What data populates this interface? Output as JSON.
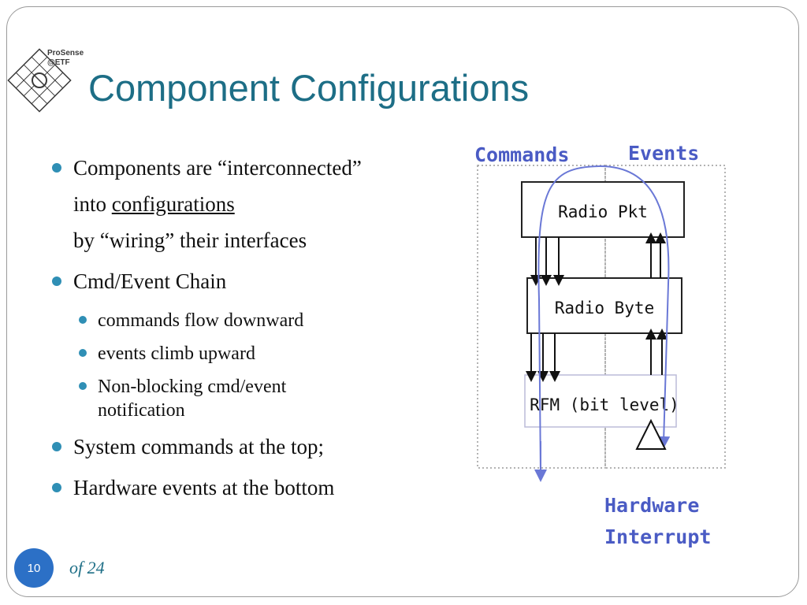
{
  "logo": {
    "line1": "ProSense",
    "line2": "@ETF"
  },
  "title": "Component Configurations",
  "bullets": {
    "b1": {
      "line1": "Components are “interconnected”",
      "line2_prefix": "into ",
      "line2_link": "configurations",
      "line3": "by “wiring” their interfaces"
    },
    "b2": "Cmd/Event Chain",
    "b2_subs": [
      "commands flow downward",
      "events climb upward"
    ],
    "b2_sub3": {
      "line1": "Non-blocking cmd/event",
      "line2": "notification"
    },
    "b3": "System commands at the top;",
    "b4": "Hardware events at the bottom"
  },
  "diagram": {
    "commands_label": "Commands",
    "events_label": "Events",
    "box1": "Radio Pkt",
    "box2": "Radio Byte",
    "box3": "RFM (bit level)",
    "hw_line1": "Hardware",
    "hw_line2": "Interrupt",
    "colors": {
      "heading": "#4a5bc4",
      "arc": "#6a78d6",
      "box_border": "#222222",
      "dotted": "#9a9a9a"
    }
  },
  "footer": {
    "page_number": "10",
    "page_total": "of 24"
  },
  "colors": {
    "title": "#1d6e86",
    "bullet": "#2f8fb5",
    "badge": "#2c70c6"
  }
}
